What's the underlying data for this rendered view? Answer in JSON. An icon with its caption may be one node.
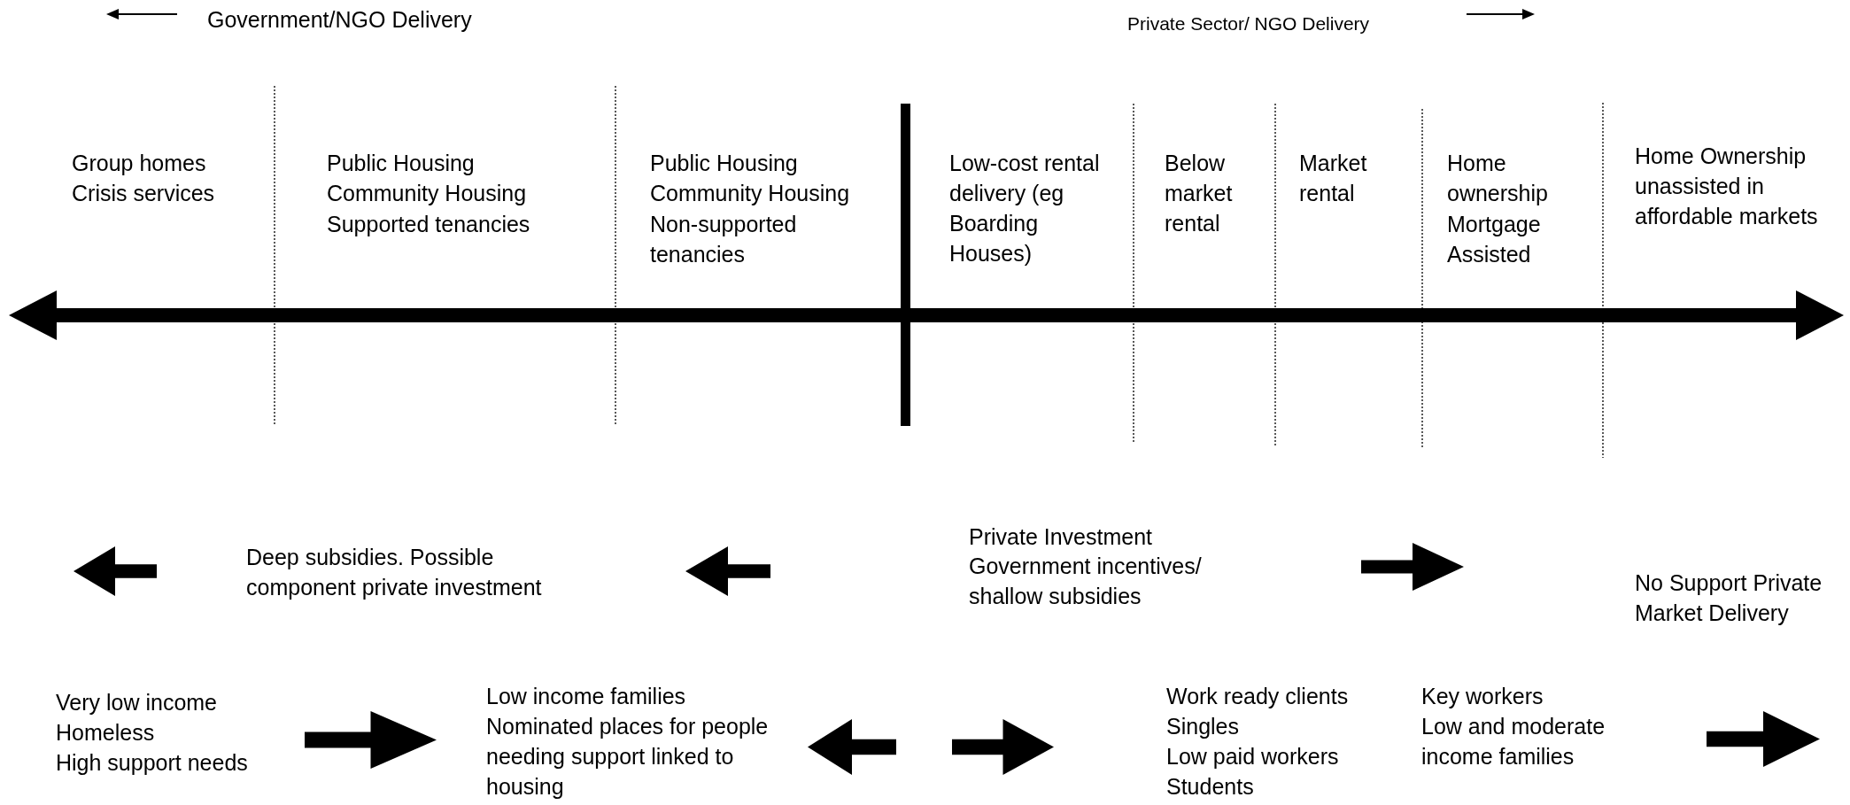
{
  "diagram": {
    "labels": [
      "Government/NGO Delivery",
      "Private Sector/ NGO Delivery",
      "Group homes",
      "Crisis services",
      "Public Housing",
      "Community Housing",
      "Supported tenancies",
      "Public Housing",
      "Community Housing",
      "Non-supported tenancies",
      "Low-cost rental delivery (eg Boarding Houses)",
      "Below market rental",
      "Market rental",
      "Home ownership",
      "Mortgage Assisted",
      "Home Ownership unassisted in affordable markets",
      "Deep subsidies. Possible component private investment",
      "Private Investment",
      "Government incentives/ shallow subsidies",
      "No Support Private Market Delivery",
      "Very low income",
      "Homeless",
      "High support needs",
      "Low income families",
      "Nominated places for people needing support linked to housing",
      "Work ready clients",
      "Singles",
      "Low paid workers",
      "Students",
      "Key workers",
      "Low and moderate income families"
    ]
  }
}
